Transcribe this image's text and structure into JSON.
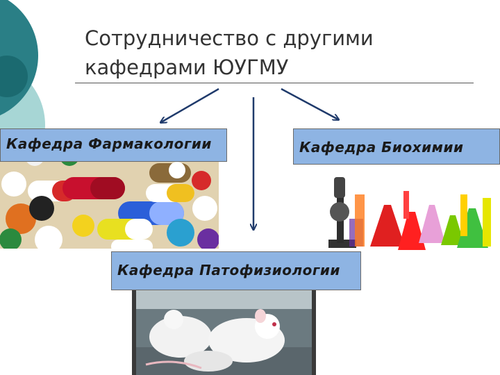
{
  "slide": {
    "title_line1": "Сотрудничество с другими",
    "title_line2": "кафедрами ЮУГМУ"
  },
  "departments": {
    "pharmacology": {
      "label": "Кафедра Фармакологии",
      "image": "pills-photo"
    },
    "biochemistry": {
      "label": "Кафедра Биохимии",
      "image": "lab-flasks-photo"
    },
    "pathophysiology": {
      "label": "Кафедра Патофизиологии",
      "image": "lab-mice-photo"
    }
  },
  "colors": {
    "label_fill": "#8eb4e3",
    "arrow": "#1f3a6b",
    "deco_teal": "#2a7f86",
    "deco_light": "#a7d6d5",
    "title_text": "#333333"
  }
}
